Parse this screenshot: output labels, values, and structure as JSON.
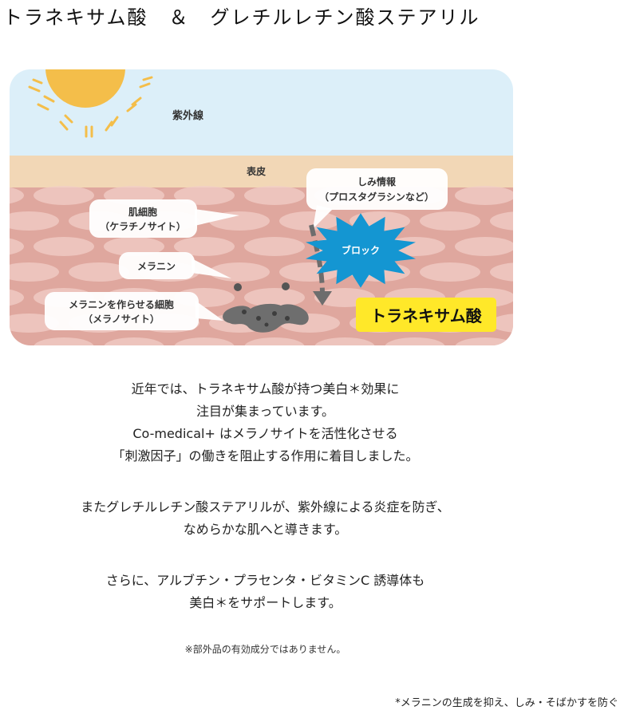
{
  "title": "トラネキサム酸　＆　グレチルレチン酸ステアリル",
  "diagram": {
    "uv_label": "紫外線",
    "epidermis_label": "表皮",
    "stain_info_line1": "しみ情報",
    "stain_info_line2": "（プロスタグラシンなど）",
    "skin_cell_line1": "肌細胞",
    "skin_cell_line2": "（ケラチノサイト）",
    "melanin_label": "メラニン",
    "melanocyte_line1": "メラニンを作らせる細胞",
    "melanocyte_line2": "（メラノサイト）",
    "block_label": "ブロック",
    "ingredient_label": "トラネキサム酸",
    "colors": {
      "sky": "#DCEFF9",
      "epidermis": "#F2D7B6",
      "dermis": "#DFA79E",
      "sun": "#F4BE4A",
      "highlight": "#FFE829",
      "block": "#1496D2"
    }
  },
  "paragraph1": [
    "近年では、トラネキサム酸が持つ美白＊効果に",
    "注目が集まっています。",
    "Co-medical+ はメラノサイトを活性化させる",
    "「刺激因子」の働きを阻止する作用に着目しました。"
  ],
  "paragraph2": [
    "またグレチルレチン酸ステアリルが、紫外線による炎症を防ぎ、",
    "なめらかな肌へと導きます。"
  ],
  "paragraph3": [
    "さらに、アルブチン・プラセンタ・ビタミンC 誘導体も",
    "美白＊をサポートします。"
  ],
  "note": "※部外品の有効成分ではありません。",
  "footnote": "*メラニンの生成を抑え、しみ・そばかすを防ぐ"
}
